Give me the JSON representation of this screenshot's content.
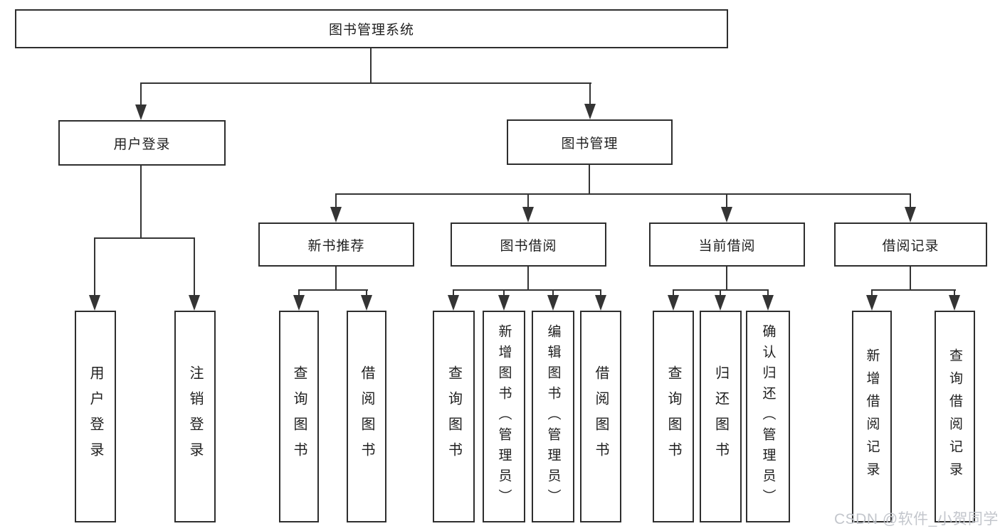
{
  "tree": {
    "label": "图书管理系统",
    "children": [
      {
        "label": "用户登录",
        "children": [
          {
            "label": "用户登录"
          },
          {
            "label": "注销登录"
          }
        ]
      },
      {
        "label": "图书管理",
        "children": [
          {
            "label": "新书推荐",
            "children": [
              {
                "label": "查询图书"
              },
              {
                "label": "借阅图书"
              }
            ]
          },
          {
            "label": "图书借阅",
            "children": [
              {
                "label": "查询图书"
              },
              {
                "label": "新增图书（管理员）"
              },
              {
                "label": "编辑图书（管理员）"
              },
              {
                "label": "借阅图书"
              }
            ]
          },
          {
            "label": "当前借阅",
            "children": [
              {
                "label": "查询图书"
              },
              {
                "label": "归还图书"
              },
              {
                "label": "确认归还（管理员）"
              }
            ]
          },
          {
            "label": "借阅记录",
            "children": [
              {
                "label": "新增借阅记录"
              },
              {
                "label": "查询借阅记录"
              }
            ]
          }
        ]
      }
    ]
  },
  "watermark": {
    "text": "CSDN @软件_小贺同学"
  },
  "colors": {
    "background": "#ffffff",
    "line": "#343434",
    "box_border": "#2e2e2e",
    "text": "#1f1f1f",
    "watermark": "#c0c4ca"
  }
}
